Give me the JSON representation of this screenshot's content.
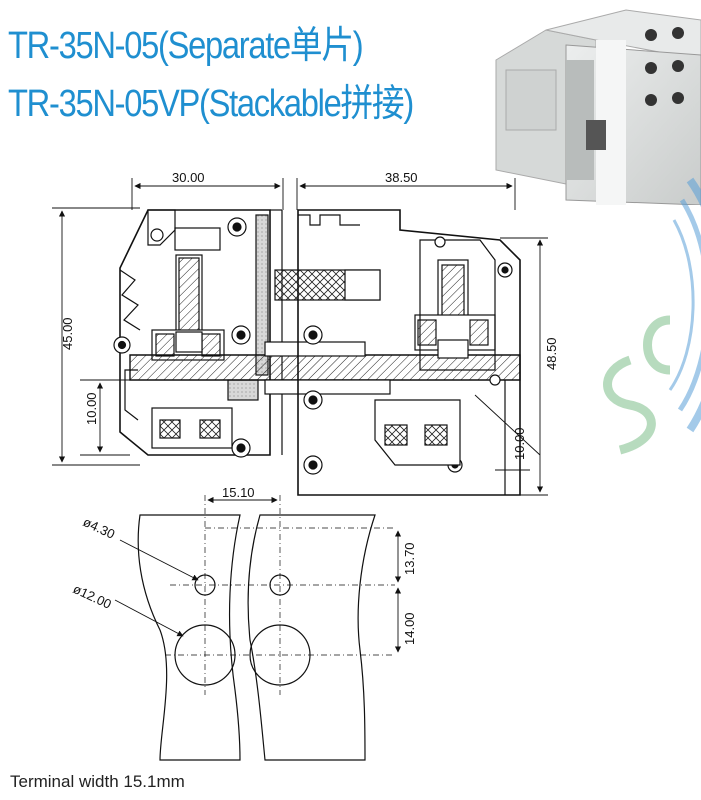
{
  "header": {
    "title_separate": "TR-35N-05(Separate单片)",
    "title_stackable": "TR-35N-05VP(Stackable拼接)"
  },
  "dimensions": {
    "width_left": "30.00",
    "width_right": "38.50",
    "height_left": "45.00",
    "height_right": "48.50",
    "pin_height_left": "10.00",
    "pin_height_right": "10.00",
    "pitch": "15.10",
    "hole_small": "ø4.30",
    "hole_large": "ø12.00",
    "offset_upper": "13.70",
    "offset_lower": "14.00"
  },
  "footer": {
    "caption": "Terminal width 15.1mm"
  },
  "colors": {
    "title": "#1f8fd0",
    "logo": "#5aa0d8",
    "logo_green": "#7dbf8a"
  }
}
